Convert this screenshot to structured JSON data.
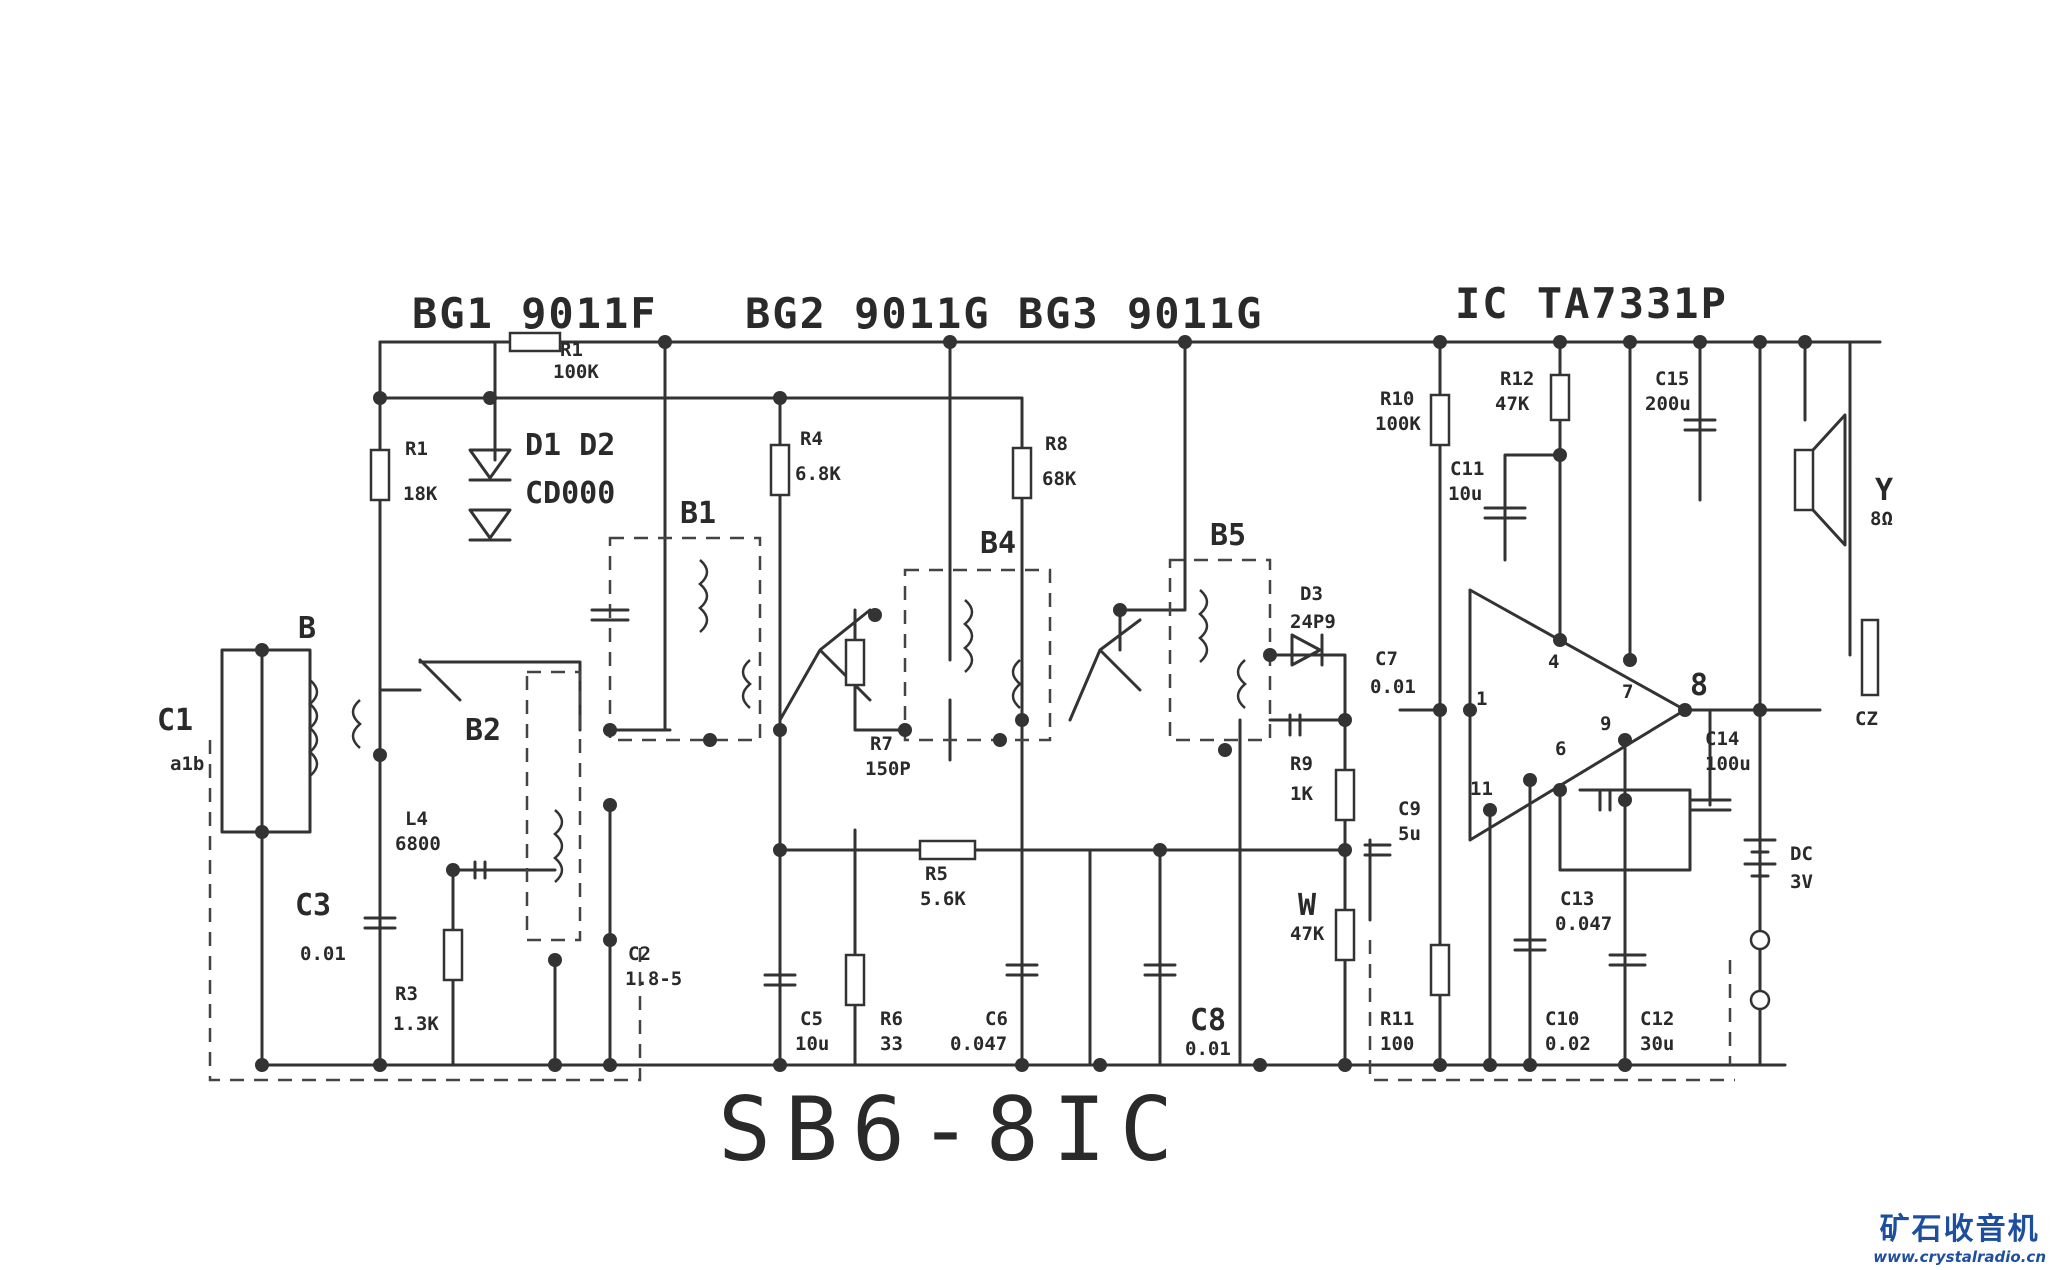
{
  "title": "SB6-8IC",
  "header_labels": {
    "bg1": "BG1 9011F",
    "bg23": "BG2 9011G BG3 9011G",
    "ic": "IC TA7331P"
  },
  "labels": {
    "r1": "R1",
    "r1_val": "18K",
    "r2": "R1",
    "r2_val": "100K",
    "d": "D1 D2",
    "d_val": "CD000",
    "b": "B",
    "b1": "B1",
    "b2": "B2",
    "b4": "B4",
    "b5": "B5",
    "c1": "C1",
    "c1_val": "a1b",
    "c3": "C3",
    "c3_val": "0.01",
    "l4": "L4",
    "l4_val": "6800",
    "r3": "R3",
    "r3_val": "1.3K",
    "c2": "C2",
    "c2_val": "1.8-5",
    "r4": "R4",
    "r4_val": "6.8K",
    "r7": "R7",
    "r7_val": "150P",
    "r5": "R5",
    "r5_val": "5.6K",
    "c5": "C5",
    "c5_val": "10u",
    "r6": "R6",
    "r6_val": "33",
    "c6": "C6",
    "c6_val": "0.047",
    "r8": "R8",
    "r8_val": "68K",
    "c8": "C8",
    "c8_val": "0.01",
    "d3": "D3",
    "d3_val": "24P9",
    "r9": "R9",
    "r9_val": "1K",
    "c7": "C7",
    "c7_val": "0.01",
    "c9": "C9",
    "c9_val": "5u",
    "w": "W",
    "w_val": "47K",
    "r10": "R10",
    "r10_val": "100K",
    "r11": "R11",
    "r11_val": "100",
    "r12": "R12",
    "r12_val": "47K",
    "c11": "C11",
    "c11_val": "10u",
    "c15": "C15",
    "c15_val": "200u",
    "c14": "C14",
    "c14_val": "100u",
    "c13": "C13",
    "c13_val": "0.047",
    "c10": "C10",
    "c10_val": "0.02",
    "c12": "C12",
    "c12_val": "30u",
    "y": "Y",
    "y_val": "8Ω",
    "dc": "DC",
    "dc_val": "3V",
    "cz": "CZ",
    "pin1": "1",
    "pin4": "4",
    "pin6": "6",
    "pin7": "7",
    "pin8": "8",
    "pin9": "9",
    "pin11": "11"
  },
  "watermark": {
    "cn": "矿石收音机",
    "url": "www.crystalradio.cn"
  },
  "colors": {
    "ink": "#333333",
    "watermark": "#1d4f9e",
    "background": "#ffffff"
  }
}
